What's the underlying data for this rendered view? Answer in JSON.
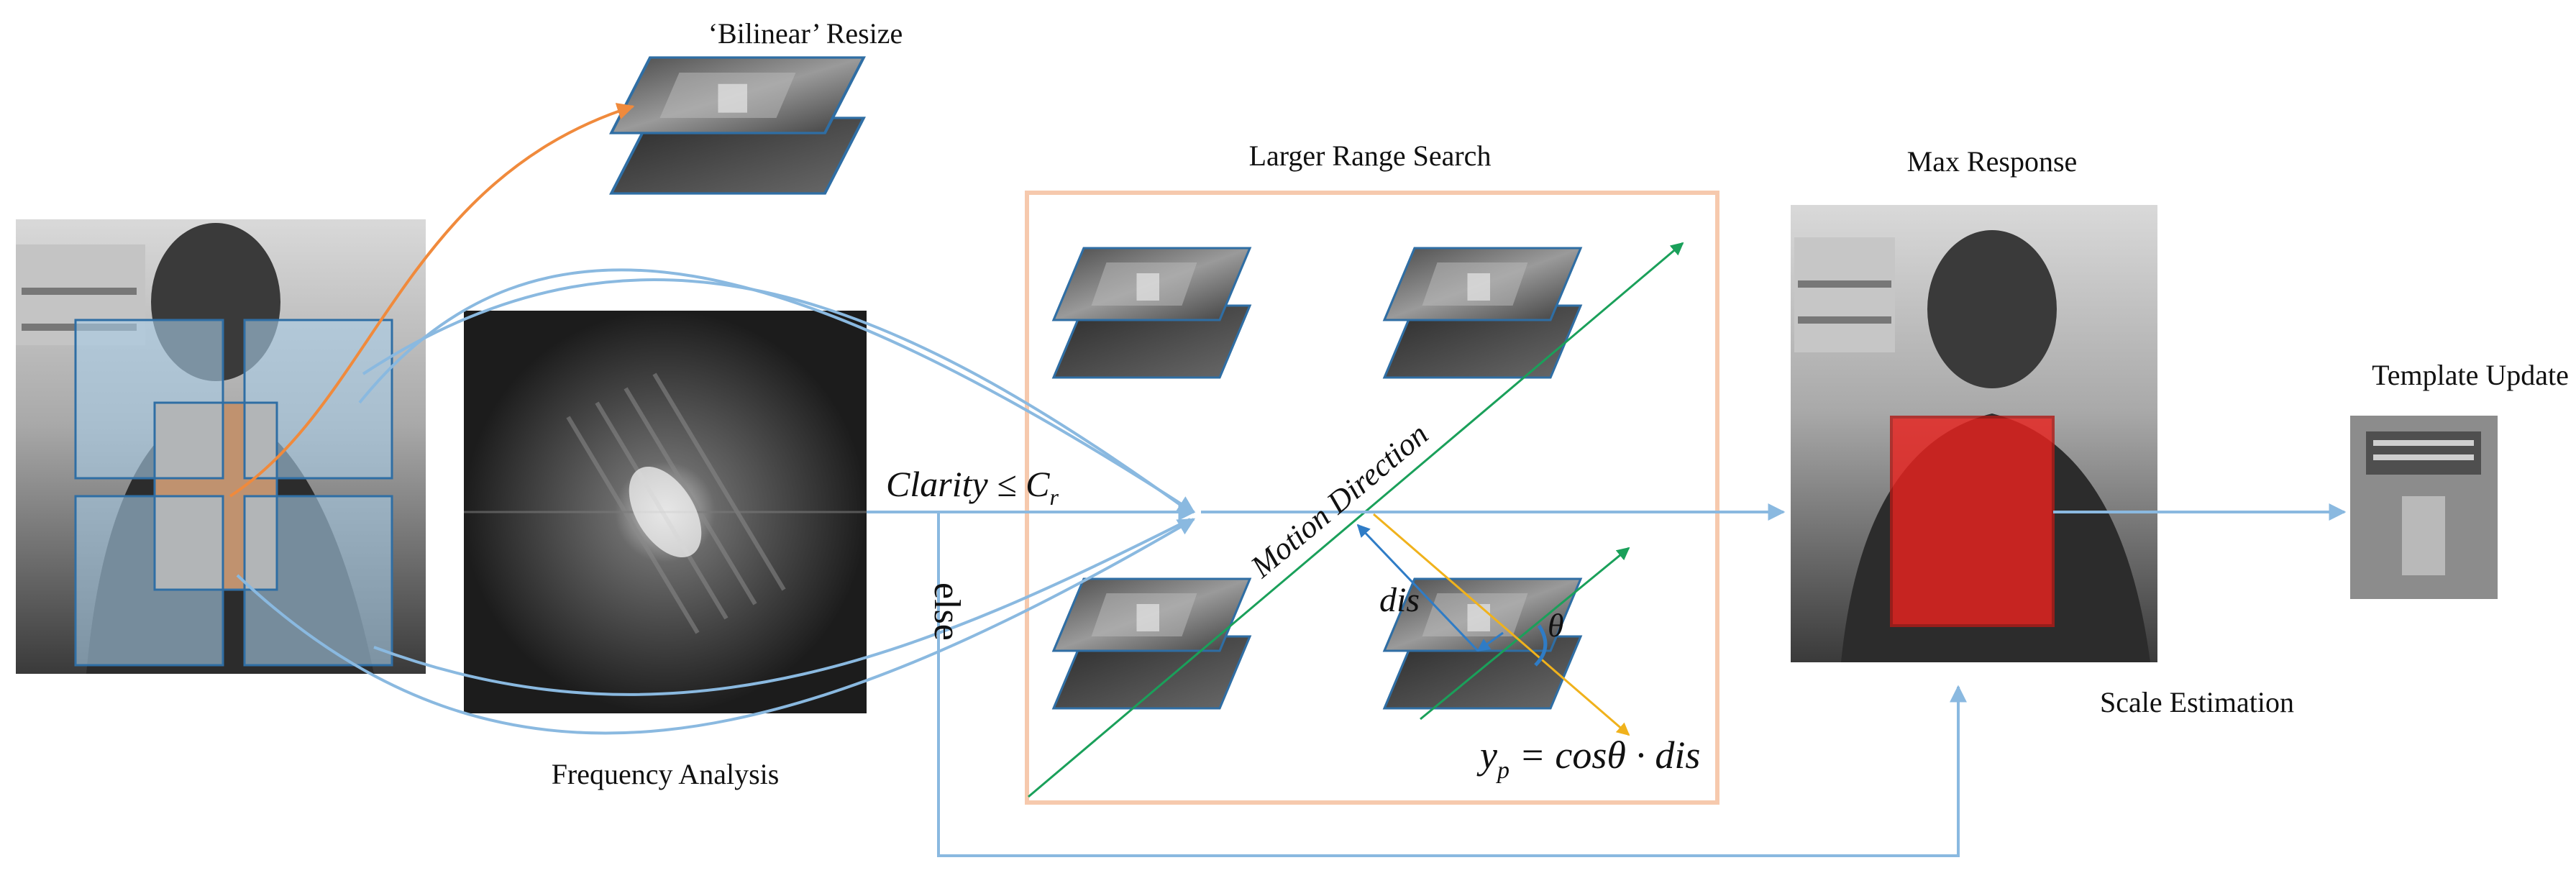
{
  "labels": {
    "bilinear_resize": "‘Bilinear’ Resize",
    "larger_range_search": "Larger Range Search",
    "max_response": "Max Response",
    "template_update": "Template Update",
    "frequency_analysis": "Frequency Analysis",
    "scale_estimation": "Scale Estimation",
    "clarity_condition": "Clarity ≤ C",
    "clarity_subscript": "r",
    "else_branch": "else",
    "motion_direction": "Motion Direction",
    "dis": "dis",
    "theta": "θ",
    "yp_formula_y": "y",
    "yp_formula_sub": "p",
    "yp_formula_rest": " = cosθ · dis"
  },
  "colors": {
    "flow_arrow": "#8ab9e0",
    "resize_arrow": "#f08a3c",
    "search_box": "#f6c9ad",
    "motion_line": "#1aa05a",
    "projection_line": "#f0b21c",
    "dis_arrow": "#2f7cc6",
    "patch_border": "#2f6ea4",
    "target_box": "#e8231f",
    "grid_tile": "#a8cde8"
  },
  "icons": {
    "input_frame": "person-holding-book-photo",
    "spectrum": "fourier-spectrum-image",
    "output_frame": "tracked-target-photo",
    "template": "template-patch-image"
  }
}
